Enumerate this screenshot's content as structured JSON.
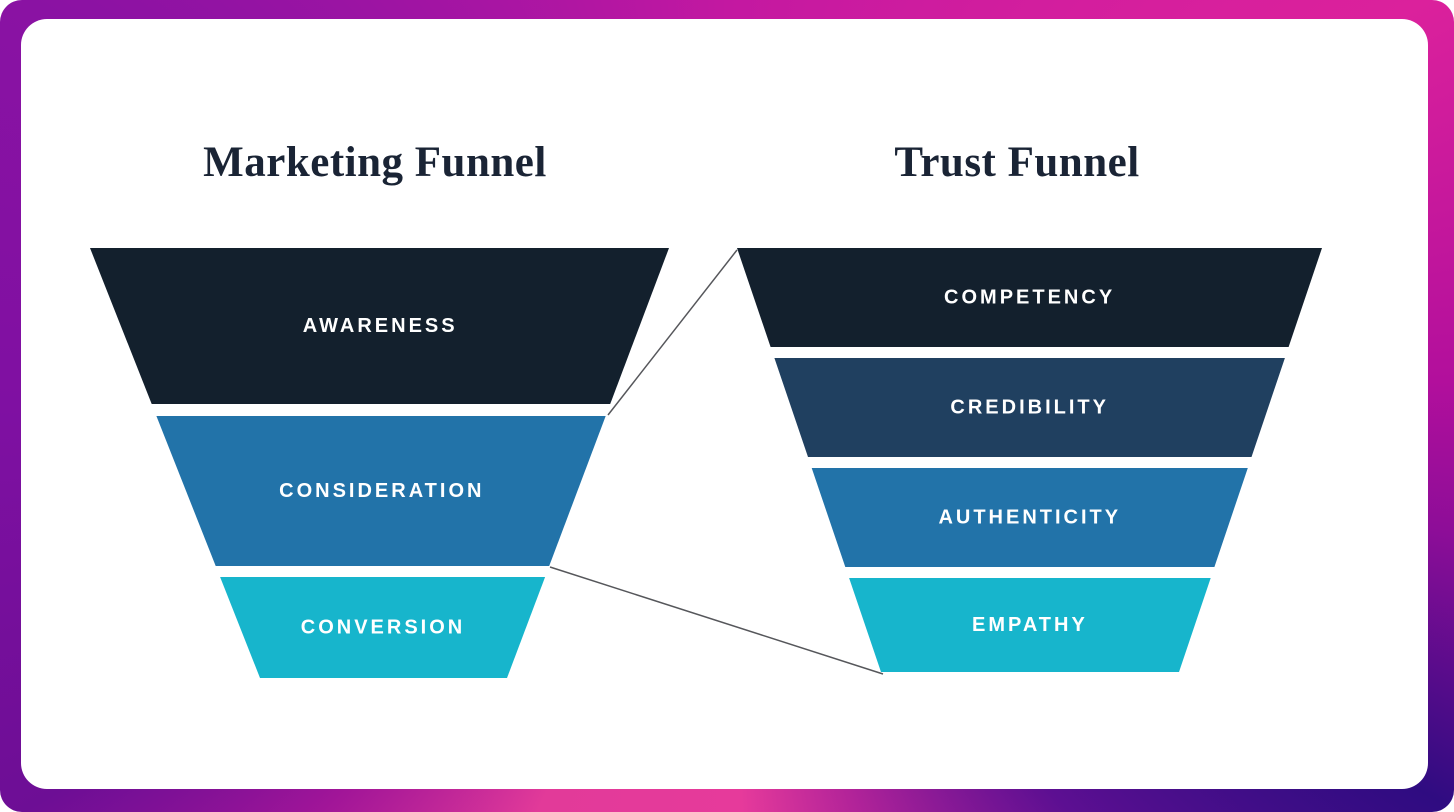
{
  "frame": {
    "gradient_css": "conic-gradient(from 0deg at 50% 50%, #c318a1 0deg, #db219c 60deg, #b20f9c 88deg, #8d0d98 100deg, #2f0c81 119deg, #5d0f92 140deg, #b12399 162deg, #e63a9b 178deg, #e23a99 205deg, #a11598 225deg, #6d0e95 240deg, #7f10a2 270deg, #8a12a3 300deg, #a815a3 330deg, #c318a1 360deg)",
    "corner_colors": {
      "top_left": "#8a12a3",
      "top_right": "#db219c",
      "bottom_left": "#6d0e95",
      "bottom_right": "#2f0c81"
    }
  },
  "card": {
    "background": "#ffffff"
  },
  "diagram": {
    "title_color": "#1a2435",
    "label_color": "#ffffff",
    "connector_color": "#56575b",
    "funnels": [
      {
        "title": "Marketing Funnel",
        "stages": [
          {
            "label": "AWARENESS",
            "color": "#13202d"
          },
          {
            "label": "CONSIDERATION",
            "color": "#2273a9"
          },
          {
            "label": "CONVERSION",
            "color": "#17b5cc"
          }
        ]
      },
      {
        "title": "Trust Funnel",
        "stages": [
          {
            "label": "COMPETENCY",
            "color": "#13202d"
          },
          {
            "label": "CREDIBILITY",
            "color": "#204060"
          },
          {
            "label": "AUTHENTICITY",
            "color": "#2273a9"
          },
          {
            "label": "EMPATHY",
            "color": "#17b5cc"
          }
        ]
      }
    ]
  }
}
